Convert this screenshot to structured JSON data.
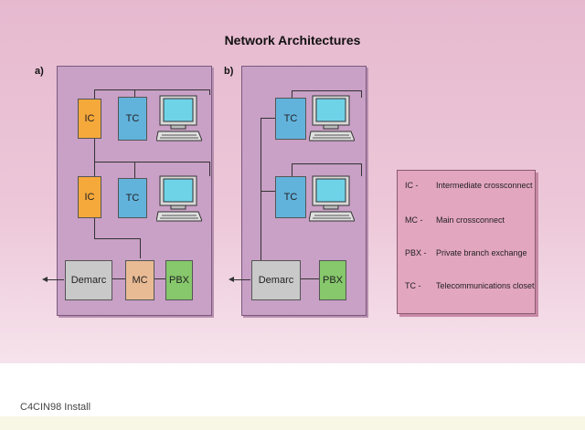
{
  "title": "Network Architectures",
  "panels": {
    "a": {
      "label": "a)"
    },
    "b": {
      "label": "b)"
    }
  },
  "nodes": {
    "ic": "IC",
    "tc": "TC",
    "demarc": "Demarc",
    "mc": "MC",
    "pbx": "PBX"
  },
  "legend": [
    {
      "abbr": "IC  -",
      "text": "Intermediate crossconnect"
    },
    {
      "abbr": "MC -",
      "text": "Main crossconnect"
    },
    {
      "abbr": "PBX -",
      "text": "Private branch exchange"
    },
    {
      "abbr": "TC  -",
      "text": "Telecommunications closet"
    }
  ],
  "footer": "C4CIN98 Install",
  "colors": {
    "ic": "#f6a93b",
    "tc": "#62b3dc",
    "demarc": "#c9c9c9",
    "mc": "#e9bb94",
    "pbx": "#86c86b",
    "panel": "#c9a0c6",
    "legend": "#e3a6bf"
  },
  "icons": {
    "workstation": "computer-icon"
  }
}
